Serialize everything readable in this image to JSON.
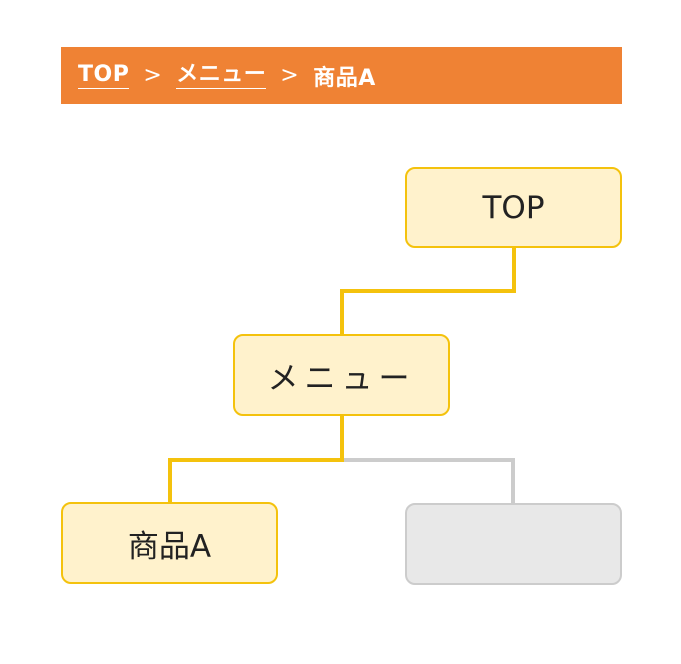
{
  "breadcrumb": {
    "items": [
      {
        "label": "TOP",
        "link": true
      },
      {
        "label": "メニュー",
        "link": true
      },
      {
        "label": "商品A",
        "link": false
      }
    ],
    "separator": ">",
    "background_color": "#ef8234",
    "text_color": "#ffffff"
  },
  "tree": {
    "nodes": {
      "top": {
        "label": "TOP"
      },
      "menu": {
        "label": "メニュー"
      },
      "product_a": {
        "label": "商品A"
      },
      "empty": {
        "label": ""
      }
    },
    "colors": {
      "active_fill": "#fff2cc",
      "active_border": "#f4c20d",
      "active_line": "#f4c20d",
      "inactive_fill": "#e8e8e8",
      "inactive_border": "#cccccc",
      "inactive_line": "#cccccc"
    }
  }
}
